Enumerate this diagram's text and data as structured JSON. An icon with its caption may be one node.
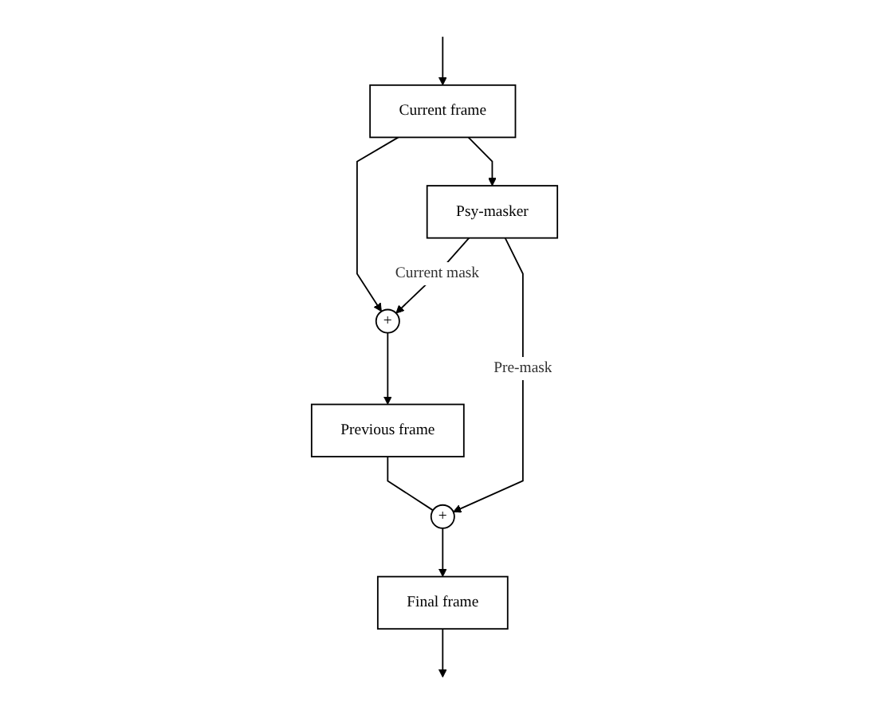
{
  "diagram": {
    "nodes": [
      {
        "text": [
          "Previous frame"
        ]
      },
      {
        "text": [
          "+"
        ]
      },
      {
        "text": [
          "Current frame"
        ]
      },
      {
        "text": [
          "Psy-masker"
        ]
      },
      {
        "text": [
          "+"
        ]
      },
      {
        "text": [
          "Final frame"
        ]
      }
    ],
    "edges": [
      {
        "from": null,
        "to": 2,
        "arrow": "to"
      },
      {
        "from": 2,
        "to": 1,
        "arrow": "to"
      },
      {
        "from": 1,
        "to": 0,
        "arrow": "to"
      },
      {
        "from": 2,
        "to": 3,
        "arrow": "to"
      },
      {
        "from": 3,
        "to": 1,
        "arrow": "to",
        "label": "Current mask"
      },
      {
        "from": 3,
        "to": 4,
        "arrow": "to",
        "label": "Pre-mask"
      },
      {
        "from": 0,
        "to": 4,
        "arrow": "none"
      },
      {
        "from": 4,
        "to": 5,
        "arrow": "to"
      },
      {
        "from": 5,
        "to": null,
        "arrow": "to"
      }
    ]
  }
}
